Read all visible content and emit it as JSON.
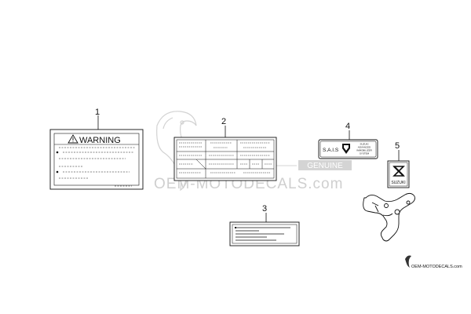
{
  "callouts": [
    "1",
    "2",
    "3",
    "4",
    "5"
  ],
  "parts": {
    "warning_label": {
      "heading": "WARNING"
    },
    "sais_label": {
      "title": "S.A.I.S",
      "text_lines": [
        "SUZUKI",
        "ADVANCED",
        "IMMOBILIZER",
        "SYSTEM"
      ]
    },
    "emblem": {
      "brand": "SUZUKI"
    }
  },
  "watermark": {
    "site": "OEM-MOTODECALS.com",
    "tagline": "GENUINE",
    "corner": "OEM-MOTODECALS.com"
  },
  "colors": {
    "line": "#111111",
    "watermark": "#cfcfcf",
    "background": "#ffffff"
  }
}
